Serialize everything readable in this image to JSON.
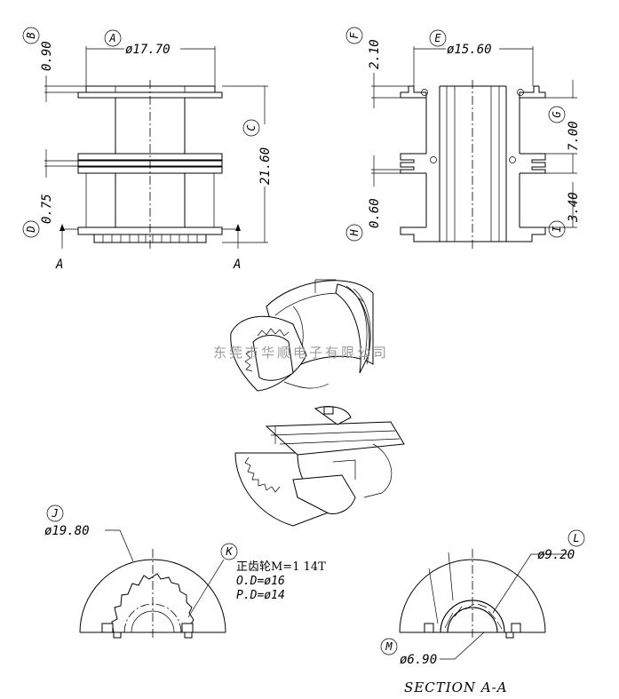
{
  "front_view": {
    "label_a": "A",
    "dim_a": "ø17.70",
    "label_b": "B",
    "dim_b": "0.90",
    "label_c": "C",
    "dim_c": "21.60",
    "label_d": "D",
    "dim_d": "0.75",
    "section_mark": "A"
  },
  "side_view": {
    "label_e": "E",
    "dim_e": "ø15.60",
    "label_f": "F",
    "dim_f": "2.10",
    "label_g": "G",
    "dim_g": "7.00",
    "label_h": "H",
    "dim_h": "0.60",
    "label_i": "I",
    "dim_i": "3.40"
  },
  "watermark": "东莞市华顺电子有限公司",
  "gear_view": {
    "label_j": "J",
    "dim_j": "ø19.80",
    "label_k": "K",
    "note_line1": "正齿轮M=1  14T",
    "note_line2": "O.D=ø16",
    "note_line3": "P.D=ø14"
  },
  "section_view": {
    "label_l": "L",
    "dim_l": "ø9.20",
    "label_m": "M",
    "dim_m": "ø6.90",
    "title": "SECTION  A-A"
  }
}
